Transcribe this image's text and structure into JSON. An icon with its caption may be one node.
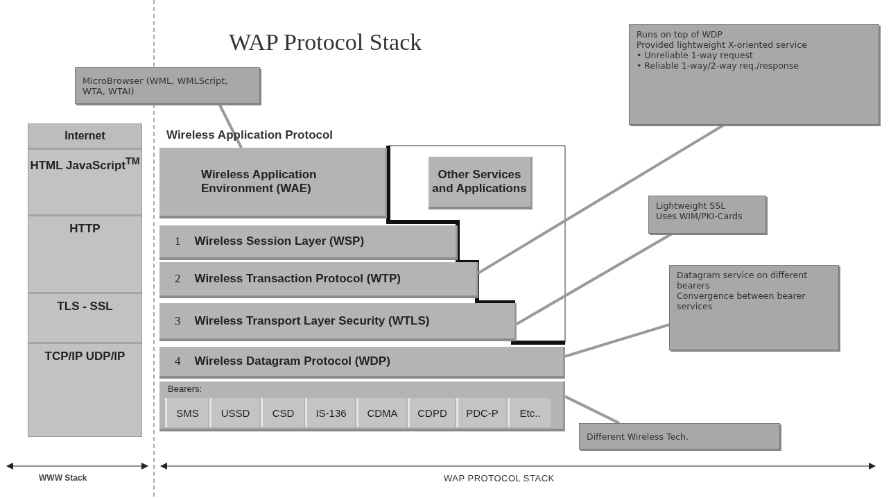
{
  "diagram": {
    "title": "WAP Protocol Stack",
    "nodes": [
      {
        "text": [
          "Internet"
        ]
      },
      {
        "text": [
          "HTML JavaScript$^{TM}$"
        ],
        "in": 0
      },
      {
        "text": [
          "HTTP"
        ],
        "in": 0
      },
      {
        "text": [
          "TLS - SSL"
        ],
        "in": 0
      },
      {
        "text": [
          "TCP/IP UDP/IP"
        ],
        "in": 0
      },
      {
        "text": [
          "Wireless Application Environment (WAE)"
        ]
      },
      {
        "text": [
          "Other Services and Applications"
        ]
      },
      {
        "text": [
          "1",
          "Wireless Session Layer (WSP)"
        ]
      },
      {
        "text": [
          "2",
          "Wireless Transaction Protocol (WTP)"
        ]
      },
      {
        "text": [
          "3",
          "Wireless Transport Layer Security (WTLS)"
        ]
      },
      {
        "text": [
          "4",
          "Wireless Datagram Protocol (WDP)"
        ]
      },
      {
        "text": [
          "Bearers:"
        ]
      },
      {
        "text": [
          "SMS"
        ],
        "in": 11
      },
      {
        "text": [
          "USSD"
        ],
        "in": 11
      },
      {
        "text": [
          "CSD"
        ],
        "in": 11
      },
      {
        "text": [
          "IS-136"
        ],
        "in": 11
      },
      {
        "text": [
          "CDMA"
        ],
        "in": 11
      },
      {
        "text": [
          "CDPD"
        ],
        "in": 11
      },
      {
        "text": [
          "PDC-P"
        ],
        "in": 11
      },
      {
        "text": [
          "Etc.."
        ],
        "in": 11
      },
      {
        "text": [
          "MicroBrowser (WML, WMLScript, WTA, WTAI)"
        ]
      },
      {
        "text": [
          "Runs on top of WDP",
          "Provided lightweight X-oriented service",
          "• Unreliable 1-way request",
          "• Reliable 1-way/2-way req./response"
        ]
      },
      {
        "text": [
          "Lightweight SSL",
          "Uses WIM/PKI-Cards"
        ]
      },
      {
        "text": [
          "Datagram service on different bearers",
          "Convergence between bearer services"
        ]
      },
      {
        "text": [
          "Different Wireless Tech."
        ]
      }
    ],
    "edges": [
      {
        "from": 20,
        "to": 5,
        "arrow": "none"
      },
      {
        "from": 21,
        "to": 8,
        "arrow": "none"
      },
      {
        "from": 22,
        "to": 9,
        "arrow": "none"
      },
      {
        "from": 23,
        "to": 10,
        "arrow": "none"
      },
      {
        "from": 24,
        "to": 11,
        "arrow": "none"
      }
    ],
    "labels": [
      "Wireless Application Protocol",
      "WWW Stack",
      "WAP PROTOCOL STACK"
    ]
  }
}
